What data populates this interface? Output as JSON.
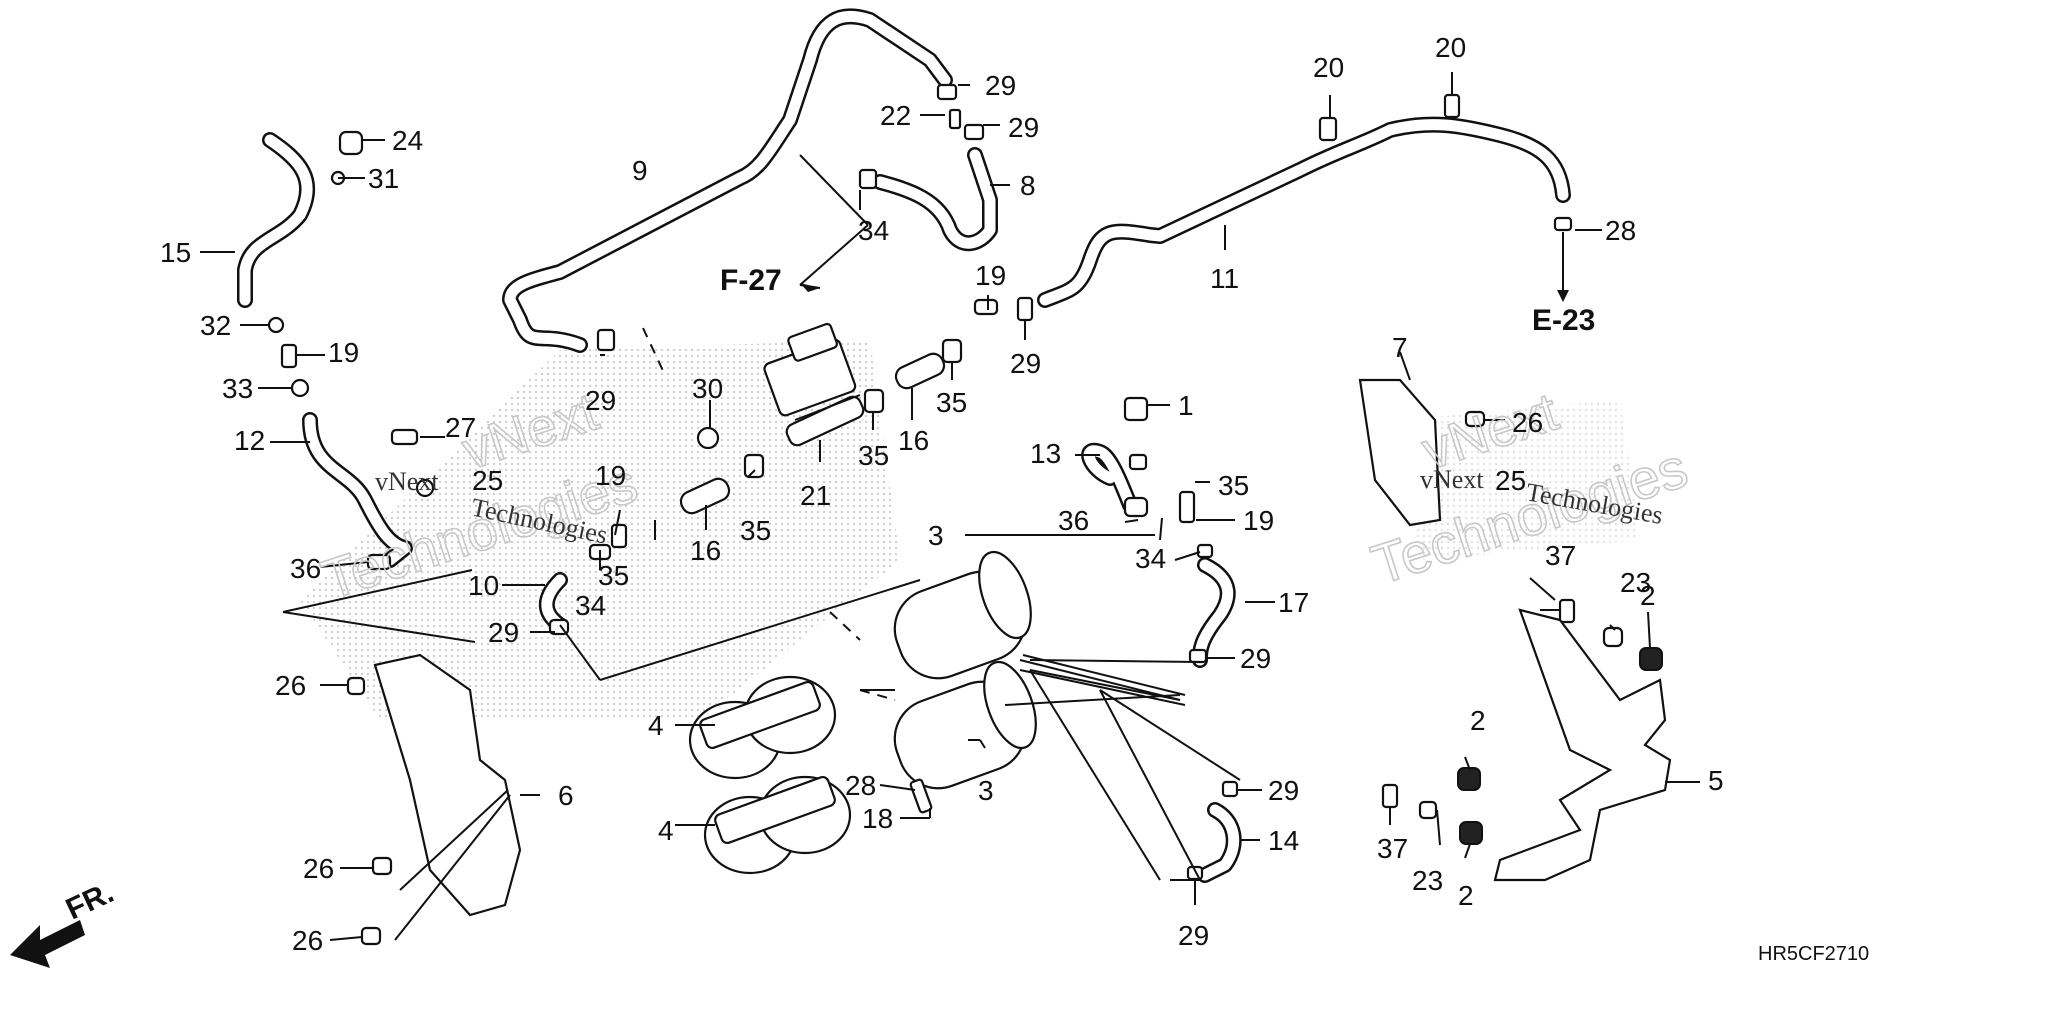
{
  "diagram": {
    "drawing_code": "HR5CF2710",
    "direction_label": "FR.",
    "section_refs": [
      "F-27",
      "E-23"
    ],
    "watermark": {
      "brand_line1": "vNext",
      "brand_line2": "Technologies"
    },
    "part_numbers": {
      "p1": "1",
      "p2": "2",
      "p3": "3",
      "p4": "4",
      "p5": "5",
      "p6": "6",
      "p7": "7",
      "p8": "8",
      "p9": "9",
      "p10": "10",
      "p11": "11",
      "p12": "12",
      "p13": "13",
      "p14": "14",
      "p15": "15",
      "p16": "16",
      "p17": "17",
      "p18": "18",
      "p19": "19",
      "p20": "20",
      "p21": "21",
      "p22": "22",
      "p23": "23",
      "p24": "24",
      "p25": "25",
      "p26": "26",
      "p27": "27",
      "p28": "28",
      "p29": "29",
      "p30": "30",
      "p31": "31",
      "p32": "32",
      "p33": "33",
      "p34": "34",
      "p35": "35",
      "p36": "36",
      "p37": "37"
    }
  }
}
